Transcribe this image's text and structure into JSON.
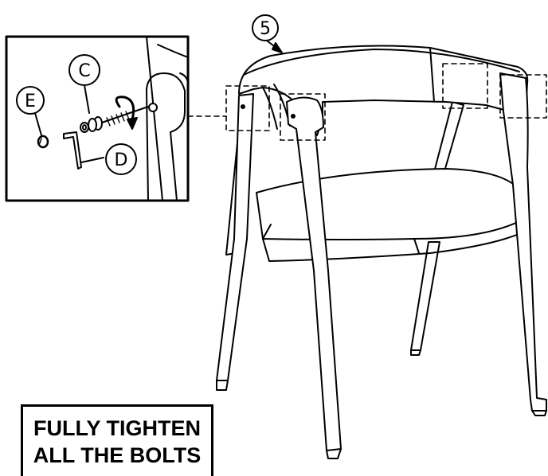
{
  "step": {
    "number": "5"
  },
  "parts": {
    "bolt_washer": {
      "label": "C"
    },
    "allen_key": {
      "label": "D"
    },
    "cap": {
      "label": "E"
    }
  },
  "instruction": {
    "line1": "FULLY TIGHTEN",
    "line2": "ALL THE BOLTS"
  },
  "colors": {
    "ink": "#000000",
    "paper": "#ffffff"
  },
  "icons": [
    "rotation-arrow-icon",
    "bolt-icon",
    "washer-icon",
    "cap-icon",
    "allen-key-icon"
  ]
}
